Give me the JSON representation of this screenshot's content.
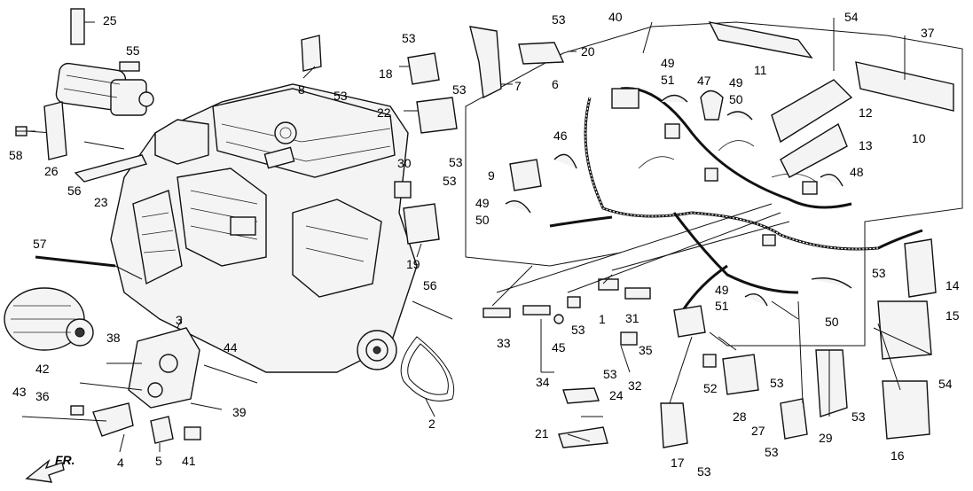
{
  "diagram": {
    "callouts": [
      "1",
      "2",
      "3",
      "4",
      "5",
      "6",
      "7",
      "8",
      "9",
      "10",
      "11",
      "12",
      "13",
      "14",
      "15",
      "16",
      "17",
      "18",
      "19",
      "20",
      "21",
      "22",
      "23",
      "24",
      "25",
      "26",
      "27",
      "28",
      "29",
      "30",
      "31",
      "32",
      "33",
      "34",
      "35",
      "36",
      "37",
      "38",
      "39",
      "40",
      "41",
      "42",
      "43",
      "44",
      "45",
      "46",
      "47",
      "48",
      "49",
      "50",
      "51",
      "52",
      "53",
      "54",
      "55",
      "56",
      "57",
      "58"
    ],
    "front_label": "FR."
  }
}
